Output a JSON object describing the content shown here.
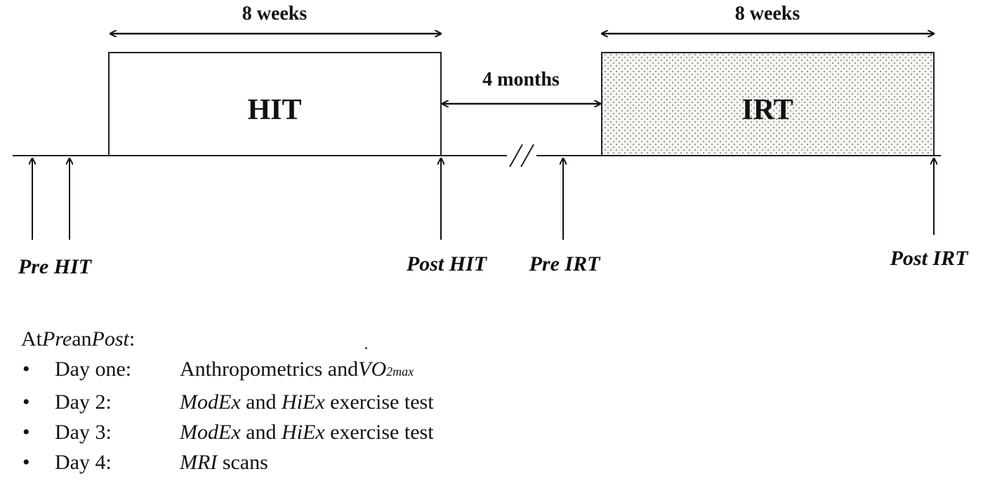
{
  "phases": [
    {
      "label": "HIT",
      "duration": "8 weeks",
      "fill": "#ffffff"
    },
    {
      "label": "IRT",
      "duration": "8 weeks",
      "fill": "#f3f3f0",
      "pattern": "dotted"
    }
  ],
  "gap": {
    "label": "4 months"
  },
  "timepoints": [
    "Pre HIT",
    "Post HIT",
    "Pre IRT",
    "Post IRT"
  ],
  "notes": {
    "intro_a": "At ",
    "intro_pre": "Pre",
    "intro_b": " an ",
    "intro_post": "Post",
    "intro_c": ":",
    "items": [
      {
        "bullet": "•",
        "day": "Day one:",
        "text_a": "Anthropometrics and ",
        "vo2_v": "V",
        "vo2_o": "O",
        "vo2_sub": "2max"
      },
      {
        "bullet": "•",
        "day": "Day 2:",
        "i1": "ModEx",
        "t1": " and ",
        "i2": "HiEx",
        "t2": " exercise test"
      },
      {
        "bullet": "•",
        "day": "Day 3:",
        "i1": "ModEx",
        "t1": " and ",
        "i2": "HiEx",
        "t2": " exercise test"
      },
      {
        "bullet": "•",
        "day": "Day 4:",
        "i1": "MRI",
        "t1": " scans"
      }
    ]
  }
}
